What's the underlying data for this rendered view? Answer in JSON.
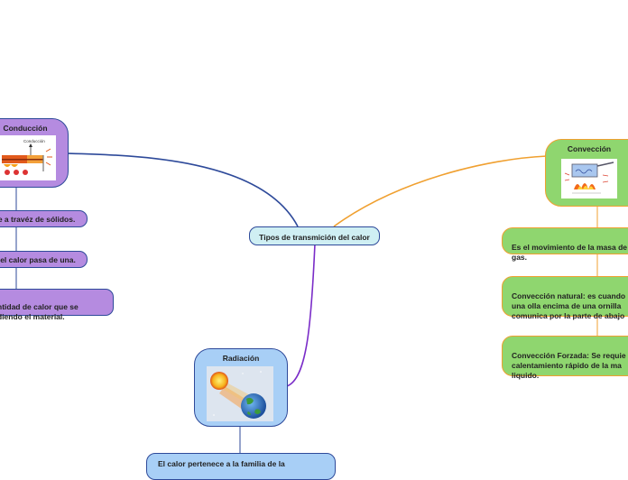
{
  "central": {
    "label": "Tipos de transmición del calor"
  },
  "conduccion": {
    "title": "Conducción",
    "image_caption": "Conducción",
    "items": [
      "te a travéz de sólidos.",
      "del calor pasa de una.",
      "ntidad de calor que se\ndiendo el material."
    ]
  },
  "conveccion": {
    "title": "Convección",
    "items": [
      "Es el movimiento de la masa de\ngas.",
      "Convección natural: es cuando\nuna olla encima de una ornilla\ncomunica por la parte de abajo",
      "Convección Forzada: Se requie\ncalentamiento rápido de la ma\nliquido."
    ]
  },
  "radiacion": {
    "title": "Radiación",
    "items": [
      "El calor pertenece a la familia de la"
    ]
  },
  "colors": {
    "conduccion": "#b58be0",
    "conveccion": "#8fd66f",
    "radiacion": "#a8cff6",
    "central": "#cfeff3",
    "line_blue": "#2e4a9a",
    "line_orange": "#f0a030",
    "line_purple": "#7a2cc8"
  },
  "icons": [
    "heated-bar-conduction-icon",
    "boiling-pot-convection-icon",
    "sun-earth-radiation-icon"
  ]
}
